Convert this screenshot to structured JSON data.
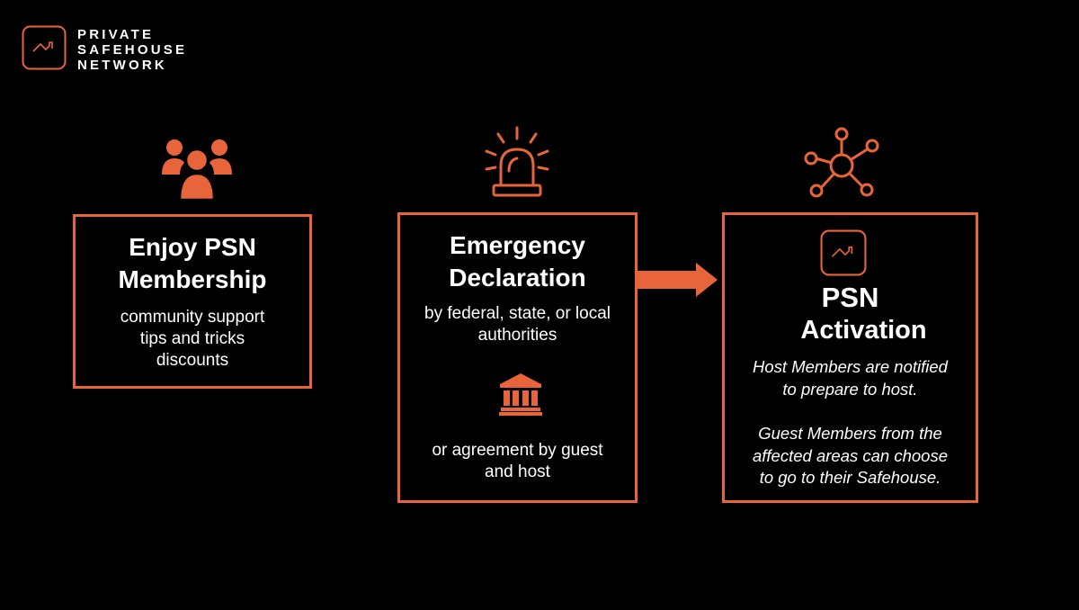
{
  "brand": {
    "lines": [
      "PRIVATE",
      "SAFEHOUSE",
      "NETWORK"
    ],
    "accent_color": "#e8643a"
  },
  "steps": [
    {
      "icon": "people-group-icon",
      "title": [
        "Enjoy PSN",
        "Membership"
      ],
      "lines": [
        "community support",
        "tips and tricks",
        "discounts"
      ]
    },
    {
      "icon": "alarm-siren-icon",
      "title": [
        "Emergency",
        "Declaration"
      ],
      "lines": [
        "by federal, state, or local",
        "authorities"
      ],
      "secondary_icon": "government-building-icon",
      "secondary_lines": [
        "or agreement by guest",
        "and host"
      ]
    },
    {
      "icon": "network-hub-icon",
      "badge_icon": "safehouse-logo-icon",
      "title": [
        "PSN",
        "Activation"
      ],
      "notes": [
        [
          "Host Members are notified",
          "to prepare to host."
        ],
        [
          "Guest Members from the",
          "affected areas can choose",
          "to go to their Safehouse."
        ]
      ]
    }
  ],
  "connector": {
    "icon": "arrow-right-icon"
  }
}
